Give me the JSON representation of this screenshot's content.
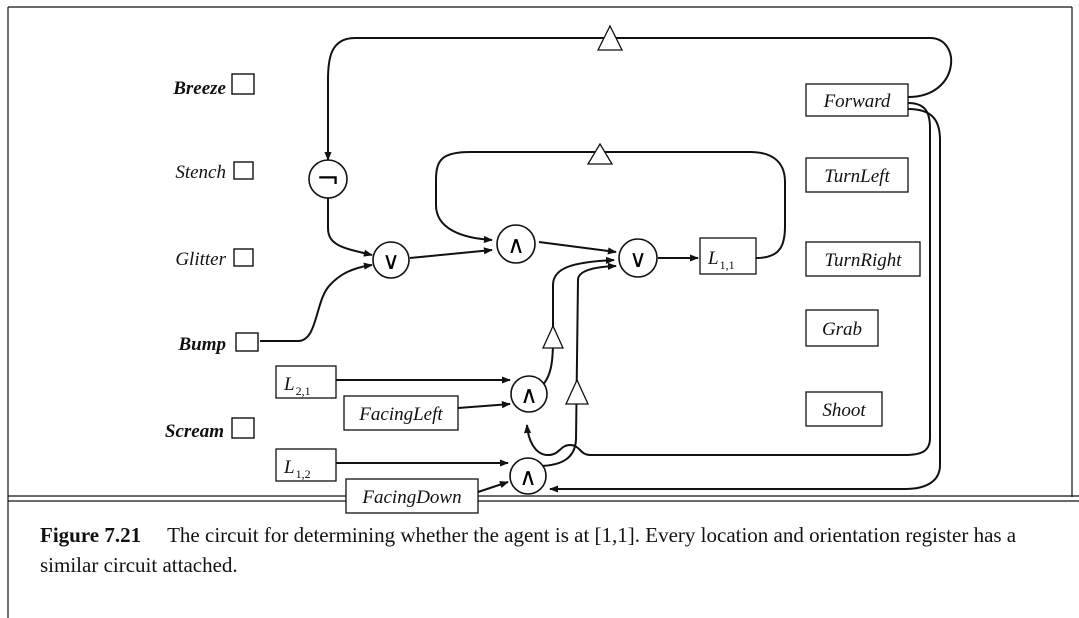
{
  "sensors": [
    {
      "id": "breeze",
      "label": "Breeze",
      "bold": true
    },
    {
      "id": "stench",
      "label": "Stench",
      "bold": false
    },
    {
      "id": "glitter",
      "label": "Glitter",
      "bold": false
    },
    {
      "id": "bump",
      "label": "Bump",
      "bold": true
    },
    {
      "id": "scream",
      "label": "Scream",
      "bold": true
    }
  ],
  "actions": [
    "Forward",
    "TurnLeft",
    "TurnRight",
    "Grab",
    "Shoot"
  ],
  "registers": {
    "l11": {
      "base": "L",
      "sub": "1,1"
    },
    "l21": {
      "base": "L",
      "sub": "2,1"
    },
    "l12": {
      "base": "L",
      "sub": "1,2"
    },
    "facing_left": "FacingLeft",
    "facing_down": "FacingDown"
  },
  "gates": {
    "not": "¬",
    "or": "∨",
    "and": "∧"
  },
  "caption": {
    "number": "Figure 7.21",
    "text": "The circuit for determining whether the agent is at [1,1]. Every location and orientation register has a similar circuit attached."
  }
}
